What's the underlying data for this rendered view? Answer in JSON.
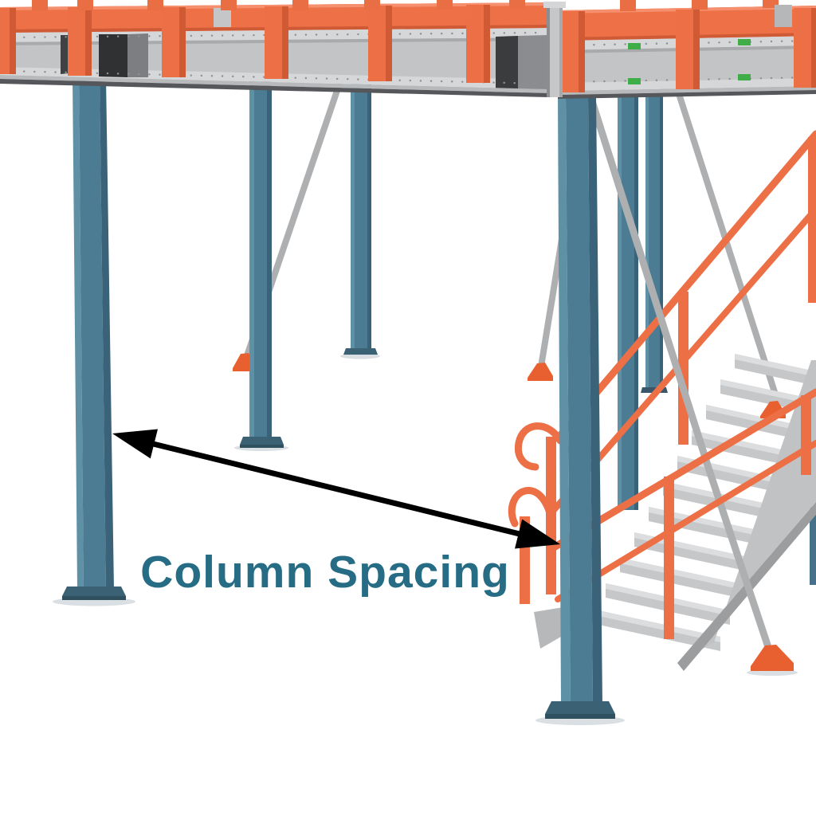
{
  "annotation": {
    "label": "Column Spacing",
    "label_color": "#266c84",
    "arrow_color": "#000000"
  },
  "palette": {
    "background": "#ffffff",
    "column_blue": "#4b7c93",
    "column_blue_light": "#5e90a6",
    "column_blue_dark": "#3a6379",
    "column_base_blue": "#3b6174",
    "rail_orange": "#ec6f45",
    "rail_orange_dark": "#d05a34",
    "foot_orange": "#e8602f",
    "deck_gray_light": "#d6d7d9",
    "deck_gray_recess": "#c3c4c6",
    "tread_gray": "#c6c7c9",
    "stringer_gray": "#c1c2c4",
    "brace_gray": "#adafb1",
    "clip_green": "#3fae49"
  },
  "objects": {
    "deck": "mezzanine-deck",
    "guardrail": "orange-guardrail",
    "columns": "blue-support-columns",
    "braces": "diagonal-braces",
    "stairs": "access-staircase",
    "handrails": "stair-handrails"
  }
}
